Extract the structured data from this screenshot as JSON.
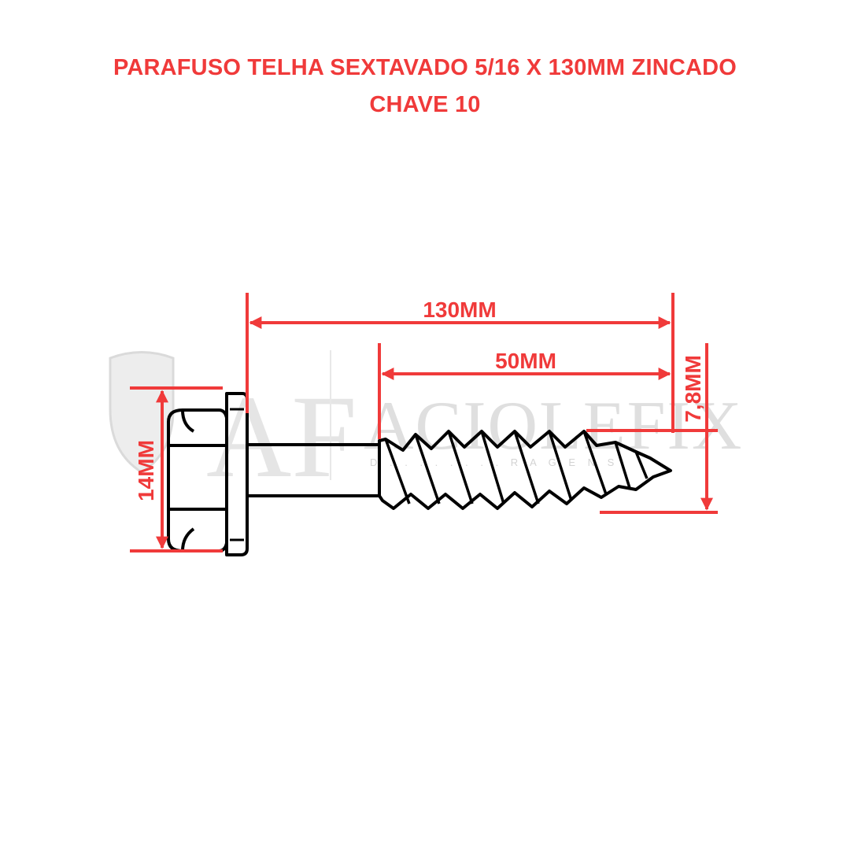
{
  "title": {
    "line1": "PARAFUSO TELHA SEXTAVADO 5/16 X 130MM ZINCADO",
    "line2": "CHAVE 10"
  },
  "dimensions": {
    "total_length": "130MM",
    "thread_length": "50MM",
    "head_height": "14MM",
    "thread_diameter": "7,8MM"
  },
  "watermark": {
    "monogram": "AF",
    "brand": "ACIOLEFIX",
    "tagline": "D . . . . . . . . R A G E N S"
  },
  "colors": {
    "title": "#f03a3a",
    "dimension": "#f03a3a",
    "outline": "#000000",
    "watermark": "#d9d9d9"
  }
}
